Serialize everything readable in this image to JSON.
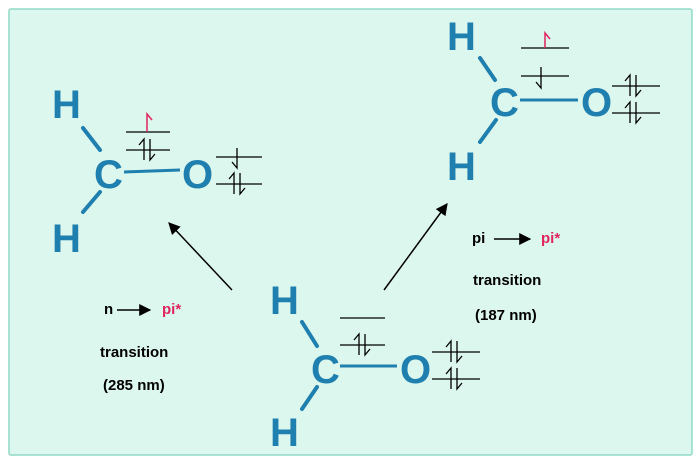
{
  "colors": {
    "background": "#dcf7ee",
    "frame": "#8fd9c6",
    "atom": "#1f7fae",
    "bond": "#1f7fae",
    "arrow": "#000000",
    "highlight": "#e0245e",
    "text": "#000000"
  },
  "molecule": {
    "atoms": {
      "h_top": "H",
      "carbon": "C",
      "h_bottom": "H",
      "oxygen": "O"
    }
  },
  "transitions": {
    "n_pi": {
      "from": "n",
      "to": "pi*",
      "name": "transition",
      "wavelength": "(285 nm)"
    },
    "pi_pi": {
      "from": "pi",
      "to": "pi*",
      "name": "transition",
      "wavelength": "(187 nm)"
    }
  }
}
